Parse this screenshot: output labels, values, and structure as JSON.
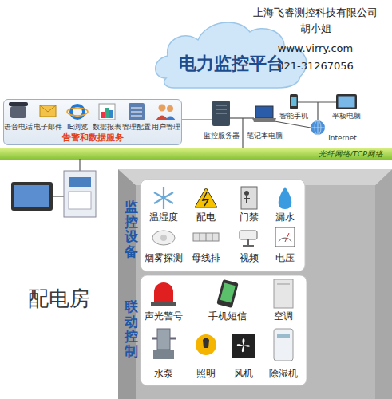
{
  "diagram": {
    "nodes": [
      {
        "text": [
          "电力监控平台"
        ]
      },
      {
        "text": [
          "告警和数据服务"
        ]
      },
      {
        "text": [
          "光纤网络/TCP网络"
        ]
      },
      {
        "text": [
          "配电房"
        ]
      },
      {
        "text": [
          "监控设备"
        ],
        "in": 3
      },
      {
        "text": [
          "联动控制"
        ],
        "in": 3
      }
    ],
    "labels": [
      "上海飞睿测控科技有限公司",
      "胡小姐",
      "www.virry.com",
      "021-31267056",
      "语音电话",
      "电子邮件",
      "IE浏览",
      "数据报表",
      "管理配置",
      "用户管理",
      "监控服务器",
      "笔记本电脑",
      "智能手机",
      "平板电脑",
      "Internet",
      "温湿度",
      "配电",
      "门禁",
      "漏水",
      "烟雾探测",
      "母线排",
      "视频",
      "电压",
      "声光警号",
      "手机短信",
      "空调",
      "水泵",
      "照明",
      "风机",
      "除湿机"
    ]
  }
}
